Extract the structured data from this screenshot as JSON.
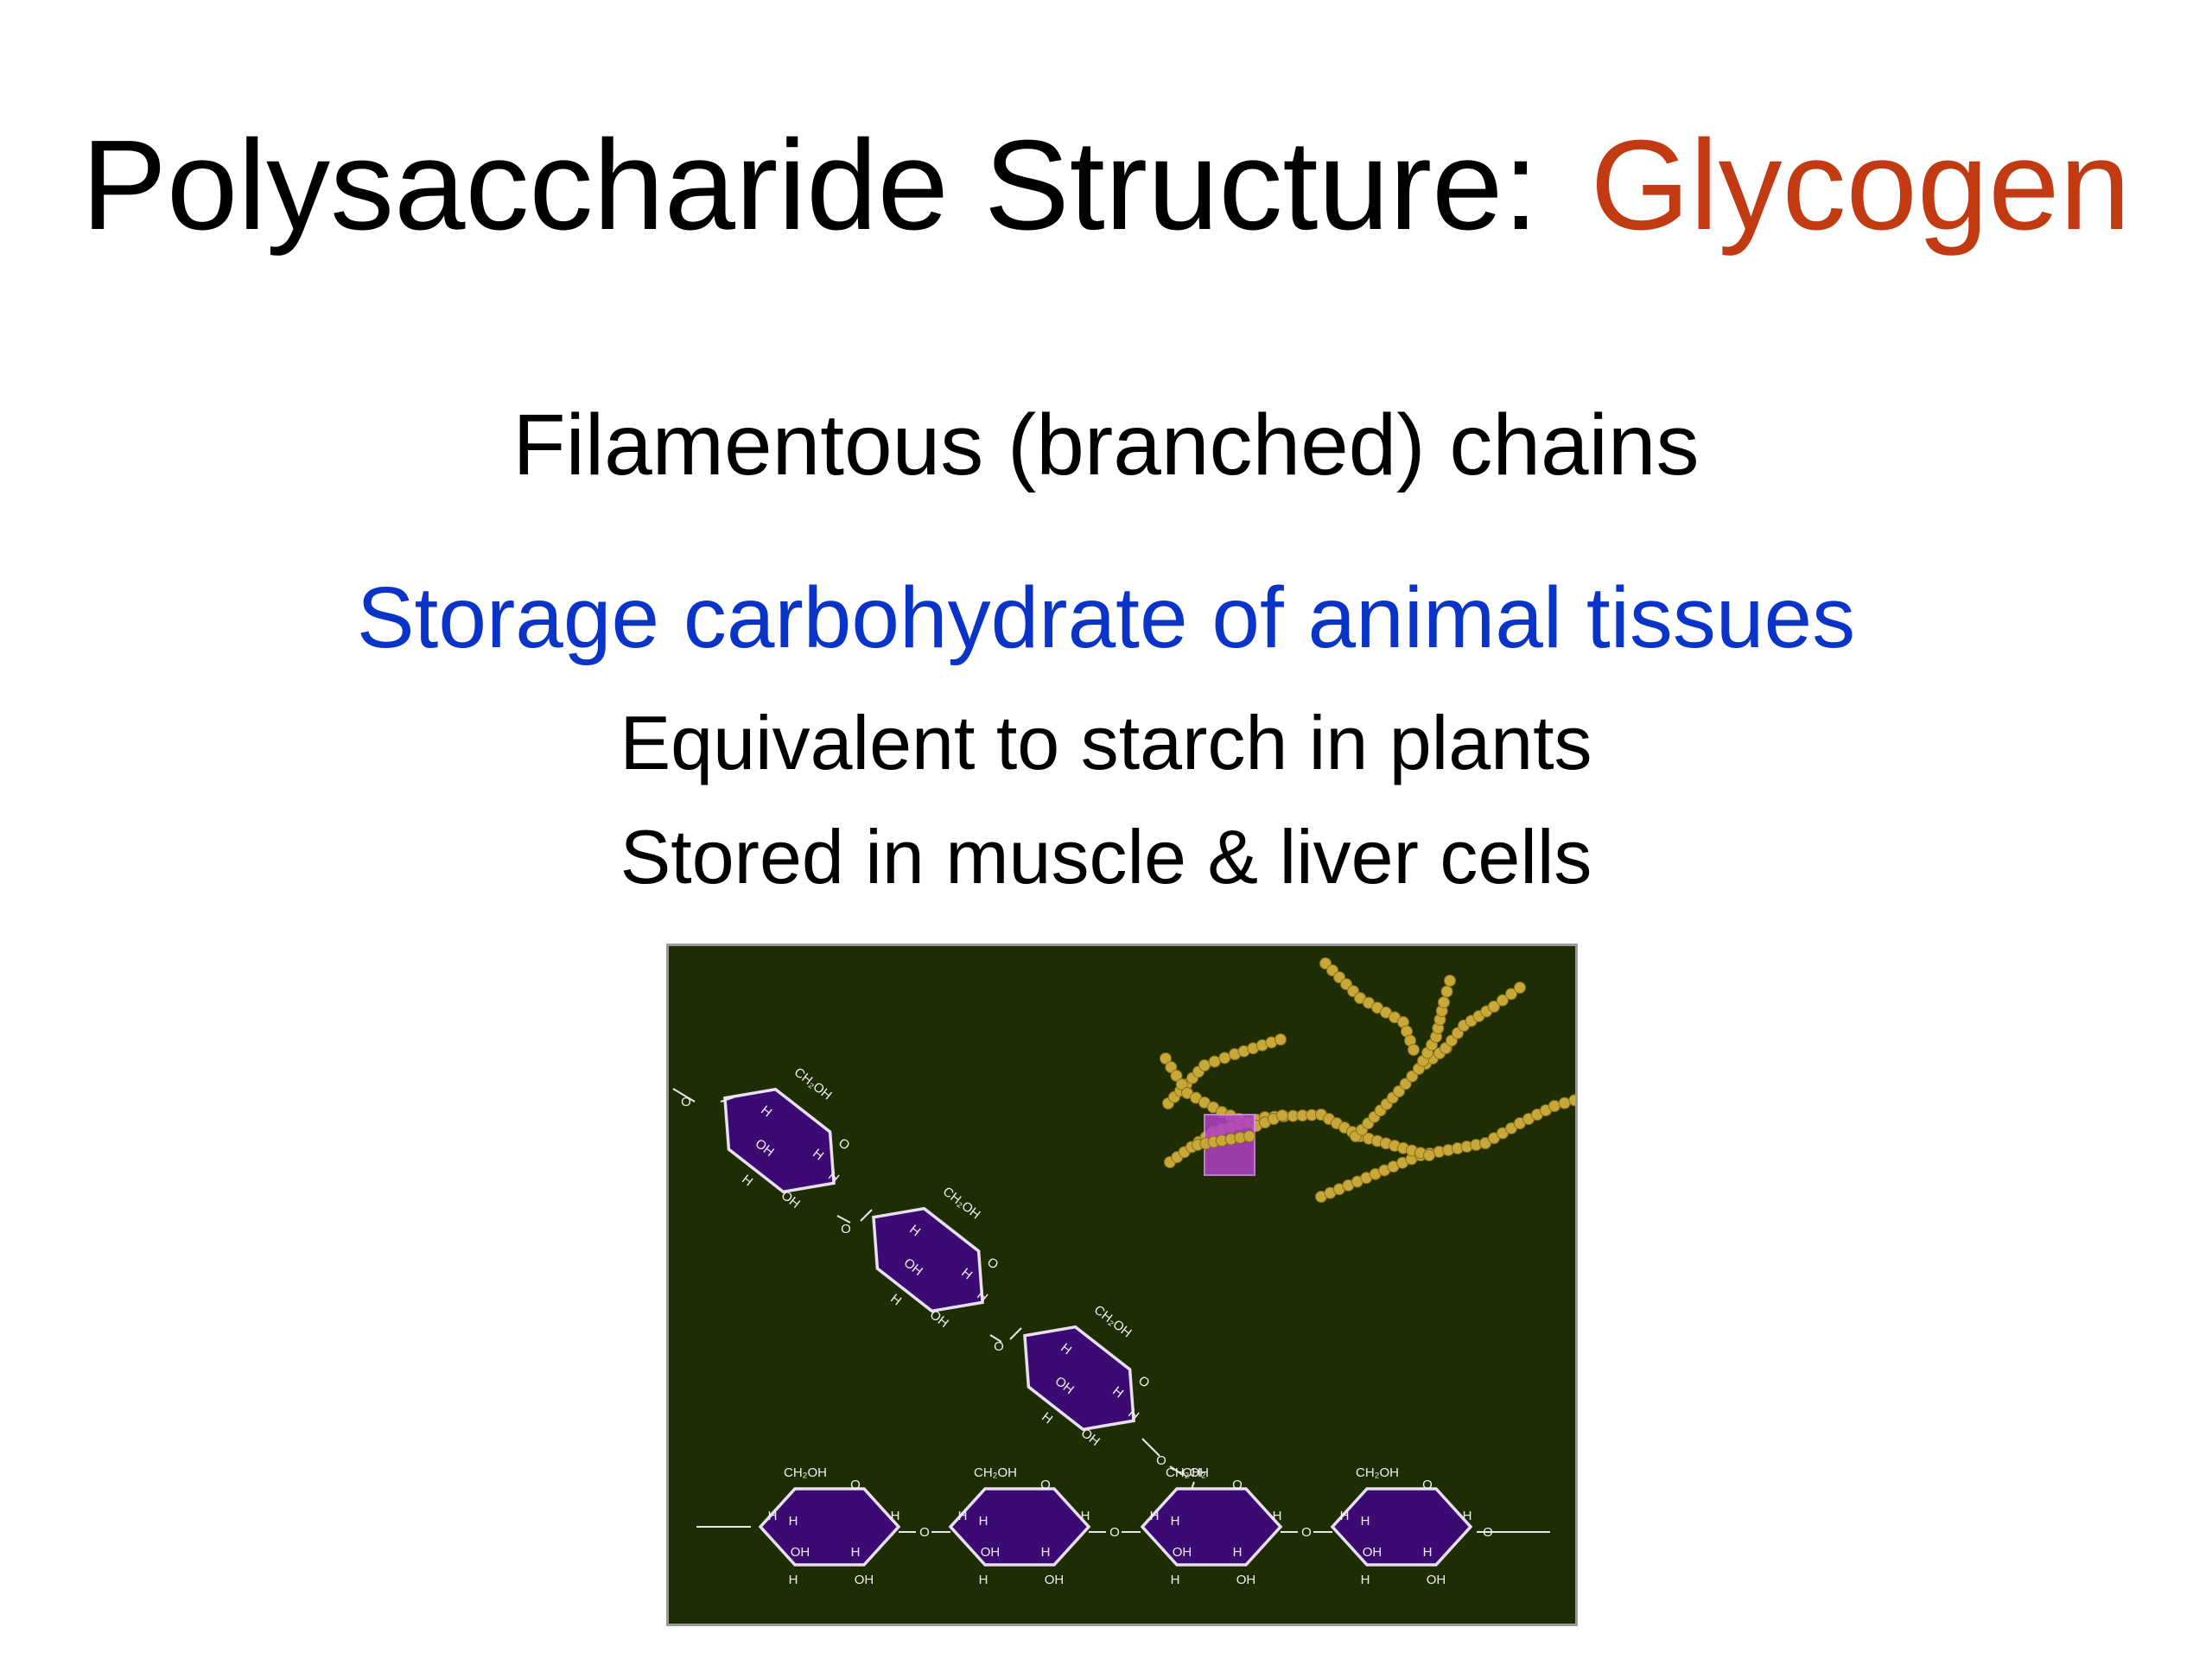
{
  "slide": {
    "title_main": "Polysaccharide Structure:",
    "title_accent": "Glycogen",
    "line_1": "Filamentous (branched) chains",
    "line_2": "Storage carbohydrate of animal tissues",
    "line_3": "Equivalent to starch in plants",
    "line_4": "Stored in muscle & liver cells"
  },
  "colors": {
    "title_accent": "#C23A12",
    "line_2": "#0A34C8",
    "figure_background": "#1F2D05",
    "ring_fill": "#3C0A73",
    "bead": "#C9A83A",
    "highlight": "#B13FC9"
  },
  "figure": {
    "ring_labels": {
      "ch2oh": "CH₂OH",
      "ch2": "CH₂",
      "oh": "OH",
      "h": "H",
      "o": "O"
    }
  }
}
